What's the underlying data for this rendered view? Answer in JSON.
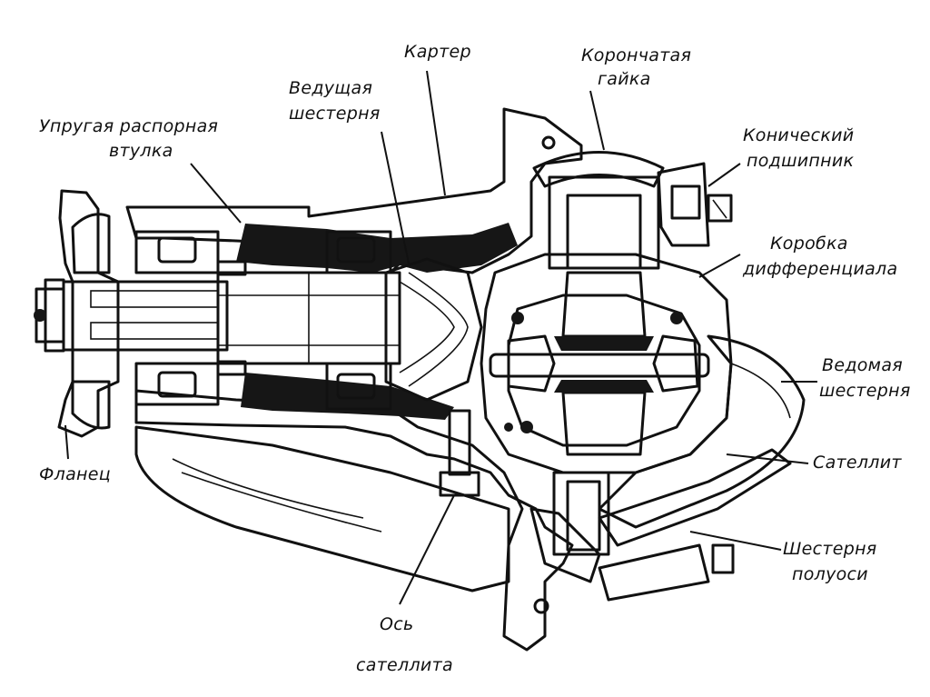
{
  "labels": {
    "karter": "Картер",
    "koronchataya_1": "Корончатая",
    "koronchataya_2": "гайка",
    "vedushchaya_1": "Ведущая",
    "vedushchaya_2": "шестерня",
    "uprugaya_1": "Упругая распорная",
    "uprugaya_2": "втулка",
    "konicheskiy_1": "Конический",
    "konicheskiy_2": "подшипник",
    "korobka_1": "Коробка",
    "korobka_2": "дифференциала",
    "vedomaya_1": "Ведомая",
    "vedomaya_2": "шестерня",
    "satellit": "Сателлит",
    "flanets": "Фланец",
    "shesternya_poluosi_1": "Шестерня",
    "shesternya_poluosi_2": "полуоси",
    "os_satellita_1": "Ось",
    "os_satellita_2": "сателлита"
  },
  "colors": {
    "ink": "#111111",
    "paper": "#ffffff"
  }
}
